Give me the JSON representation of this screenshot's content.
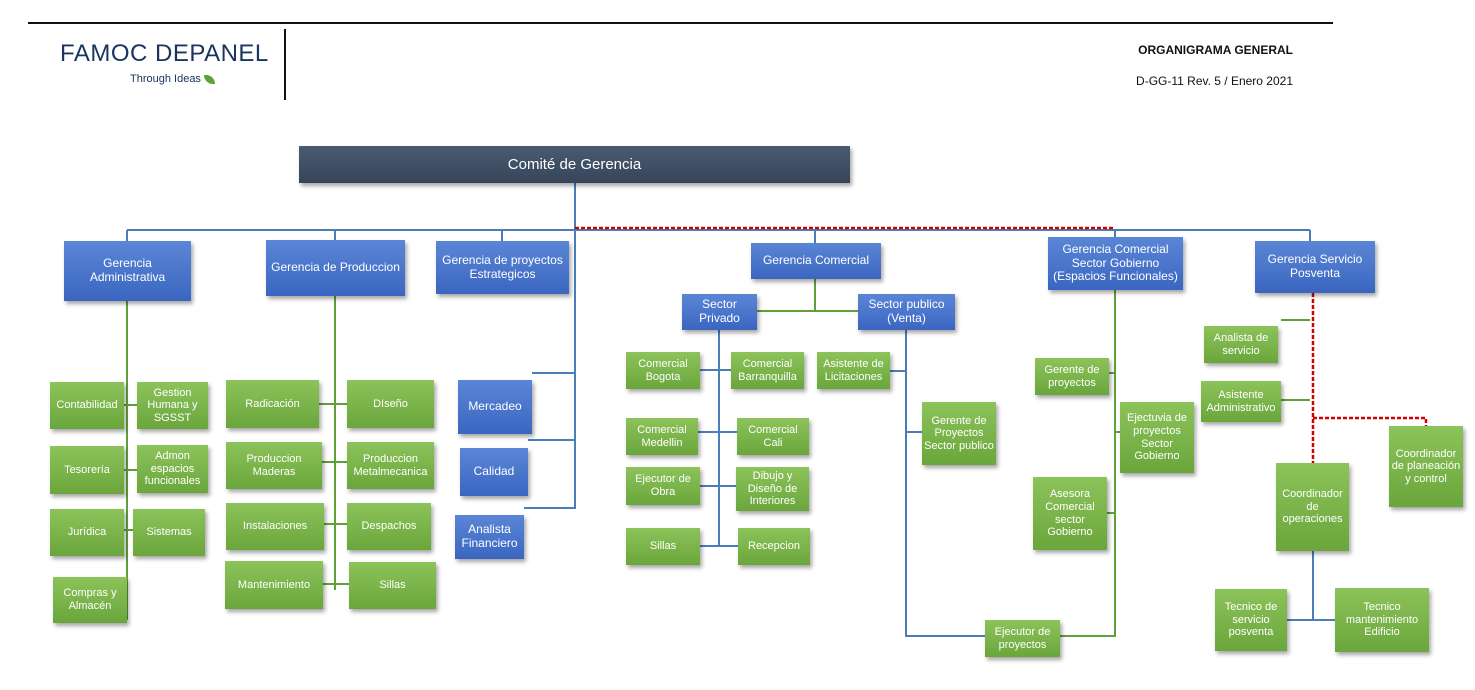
{
  "header": {
    "logo_text": "FAMOC DEPANEL",
    "tagline": "Through Ideas",
    "doc_title": "ORGANIGRAMA GENERAL",
    "doc_ref": "D-GG-11 Rev. 5 / Enero 2021"
  },
  "org": {
    "top": "Comité de Gerencia",
    "gerencias": {
      "administrativa": "Gerencia Administrativa",
      "produccion": "Gerencia de Produccion",
      "proyectos": "Gerencia de proyectos Estrategicos",
      "comercial": "Gerencia Comercial",
      "gobierno": "Gerencia Comercial Sector Gobierno (Espacios Funcionales)",
      "posventa": "Gerencia Servicio Posventa"
    },
    "administrativa": {
      "contabilidad": "Contabilidad",
      "gestion_humana": "Gestion Humana y SGSST",
      "tesoreria": "Tesorería",
      "admon_espacios": "Admon espacios funcionales",
      "juridica": "Jurídica",
      "sistemas": "Sistemas",
      "compras": "Compras y Almacén"
    },
    "produccion": {
      "radicacion": "Radicación",
      "diseno": "DIseño",
      "prod_maderas": "Produccion Maderas",
      "prod_metal": "Produccion Metalmecanica",
      "instalaciones": "Instalaciones",
      "despachos": "Despachos",
      "mantenimiento": "Mantenimiento",
      "sillas": "Sillas"
    },
    "proyectos": {
      "mercadeo": "Mercadeo",
      "calidad": "Calidad",
      "analista": "Analista Financiero"
    },
    "comercial": {
      "sector_privado": "Sector Privado",
      "sector_publico": "Sector publico (Venta)",
      "bogota": "Comercial Bogota",
      "barranquilla": "Comercial Barranquilla",
      "medellin": "Comercial Medellin",
      "cali": "Comercial Cali",
      "ejecutor_obra": "Ejecutor de Obra",
      "dibujo": "Dibujo y Diseño de Interiores",
      "sillas": "Sillas",
      "recepcion": "Recepcion",
      "asistente_licitaciones": "Asistente de Licitaciones",
      "gerente_sector_publico": "Gerente de Proyectos Sector publico"
    },
    "gobierno": {
      "gerente_proyectos": "Gerente de proyectos",
      "ejecutiva": "Ejectuvia de proyectos Sector Gobierno",
      "asesora": "Asesora Comercial sector Gobierno",
      "ejecutor_proyectos": "Ejecutor de proyectos"
    },
    "posventa": {
      "analista_servicio": "Analista de servicio",
      "asistente_admin": "Asistente Administrativo",
      "coord_planeacion": "Coordinador de planeación y control",
      "coord_operaciones": "Coordinador de operaciones",
      "tecnico_posventa": "Tecnico de servicio posventa",
      "tecnico_edificio": "Tecnico mantenimiento Edificio"
    }
  },
  "colors": {
    "top_box": "#3d4b60",
    "manager_box": "#4472c4",
    "staff_box": "#70ad47",
    "manager_line": "#4a7ebb",
    "staff_line": "#5fa03a",
    "dotted_line": "#d40000"
  }
}
